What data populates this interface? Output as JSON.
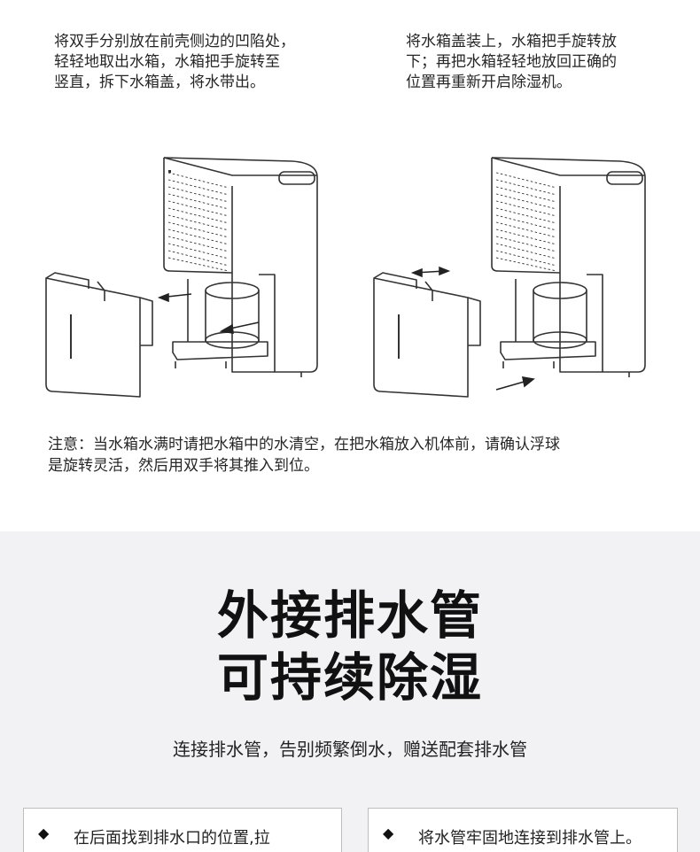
{
  "steps": {
    "remove": "将双手分别放在前壳侧边的凹陷处，\n轻轻地取出水箱，水箱把手旋转至\n竖直，拆下水箱盖，将水带出。",
    "replace": "将水箱盖装上，水箱把手旋转放\n下；再把水箱轻轻地放回正确的\n位置再重新开启除湿机。"
  },
  "note": "注意：当水箱水满时请把水箱中的水清空，在把水箱放入机体前，请确认浮球\n是旋转灵活，然后用双手将其推入到位。",
  "feature": {
    "headline_line1": "外接排水管",
    "headline_line2": "可持续除湿",
    "subline": "连接排水管，告别频繁倒水，赠送配套排水管"
  },
  "cards": [
    {
      "bullet": "◆",
      "text": "在后面找到排水口的位置,拉"
    },
    {
      "bullet": "◆",
      "text": "将水管牢固地连接到排水管上。"
    }
  ]
}
